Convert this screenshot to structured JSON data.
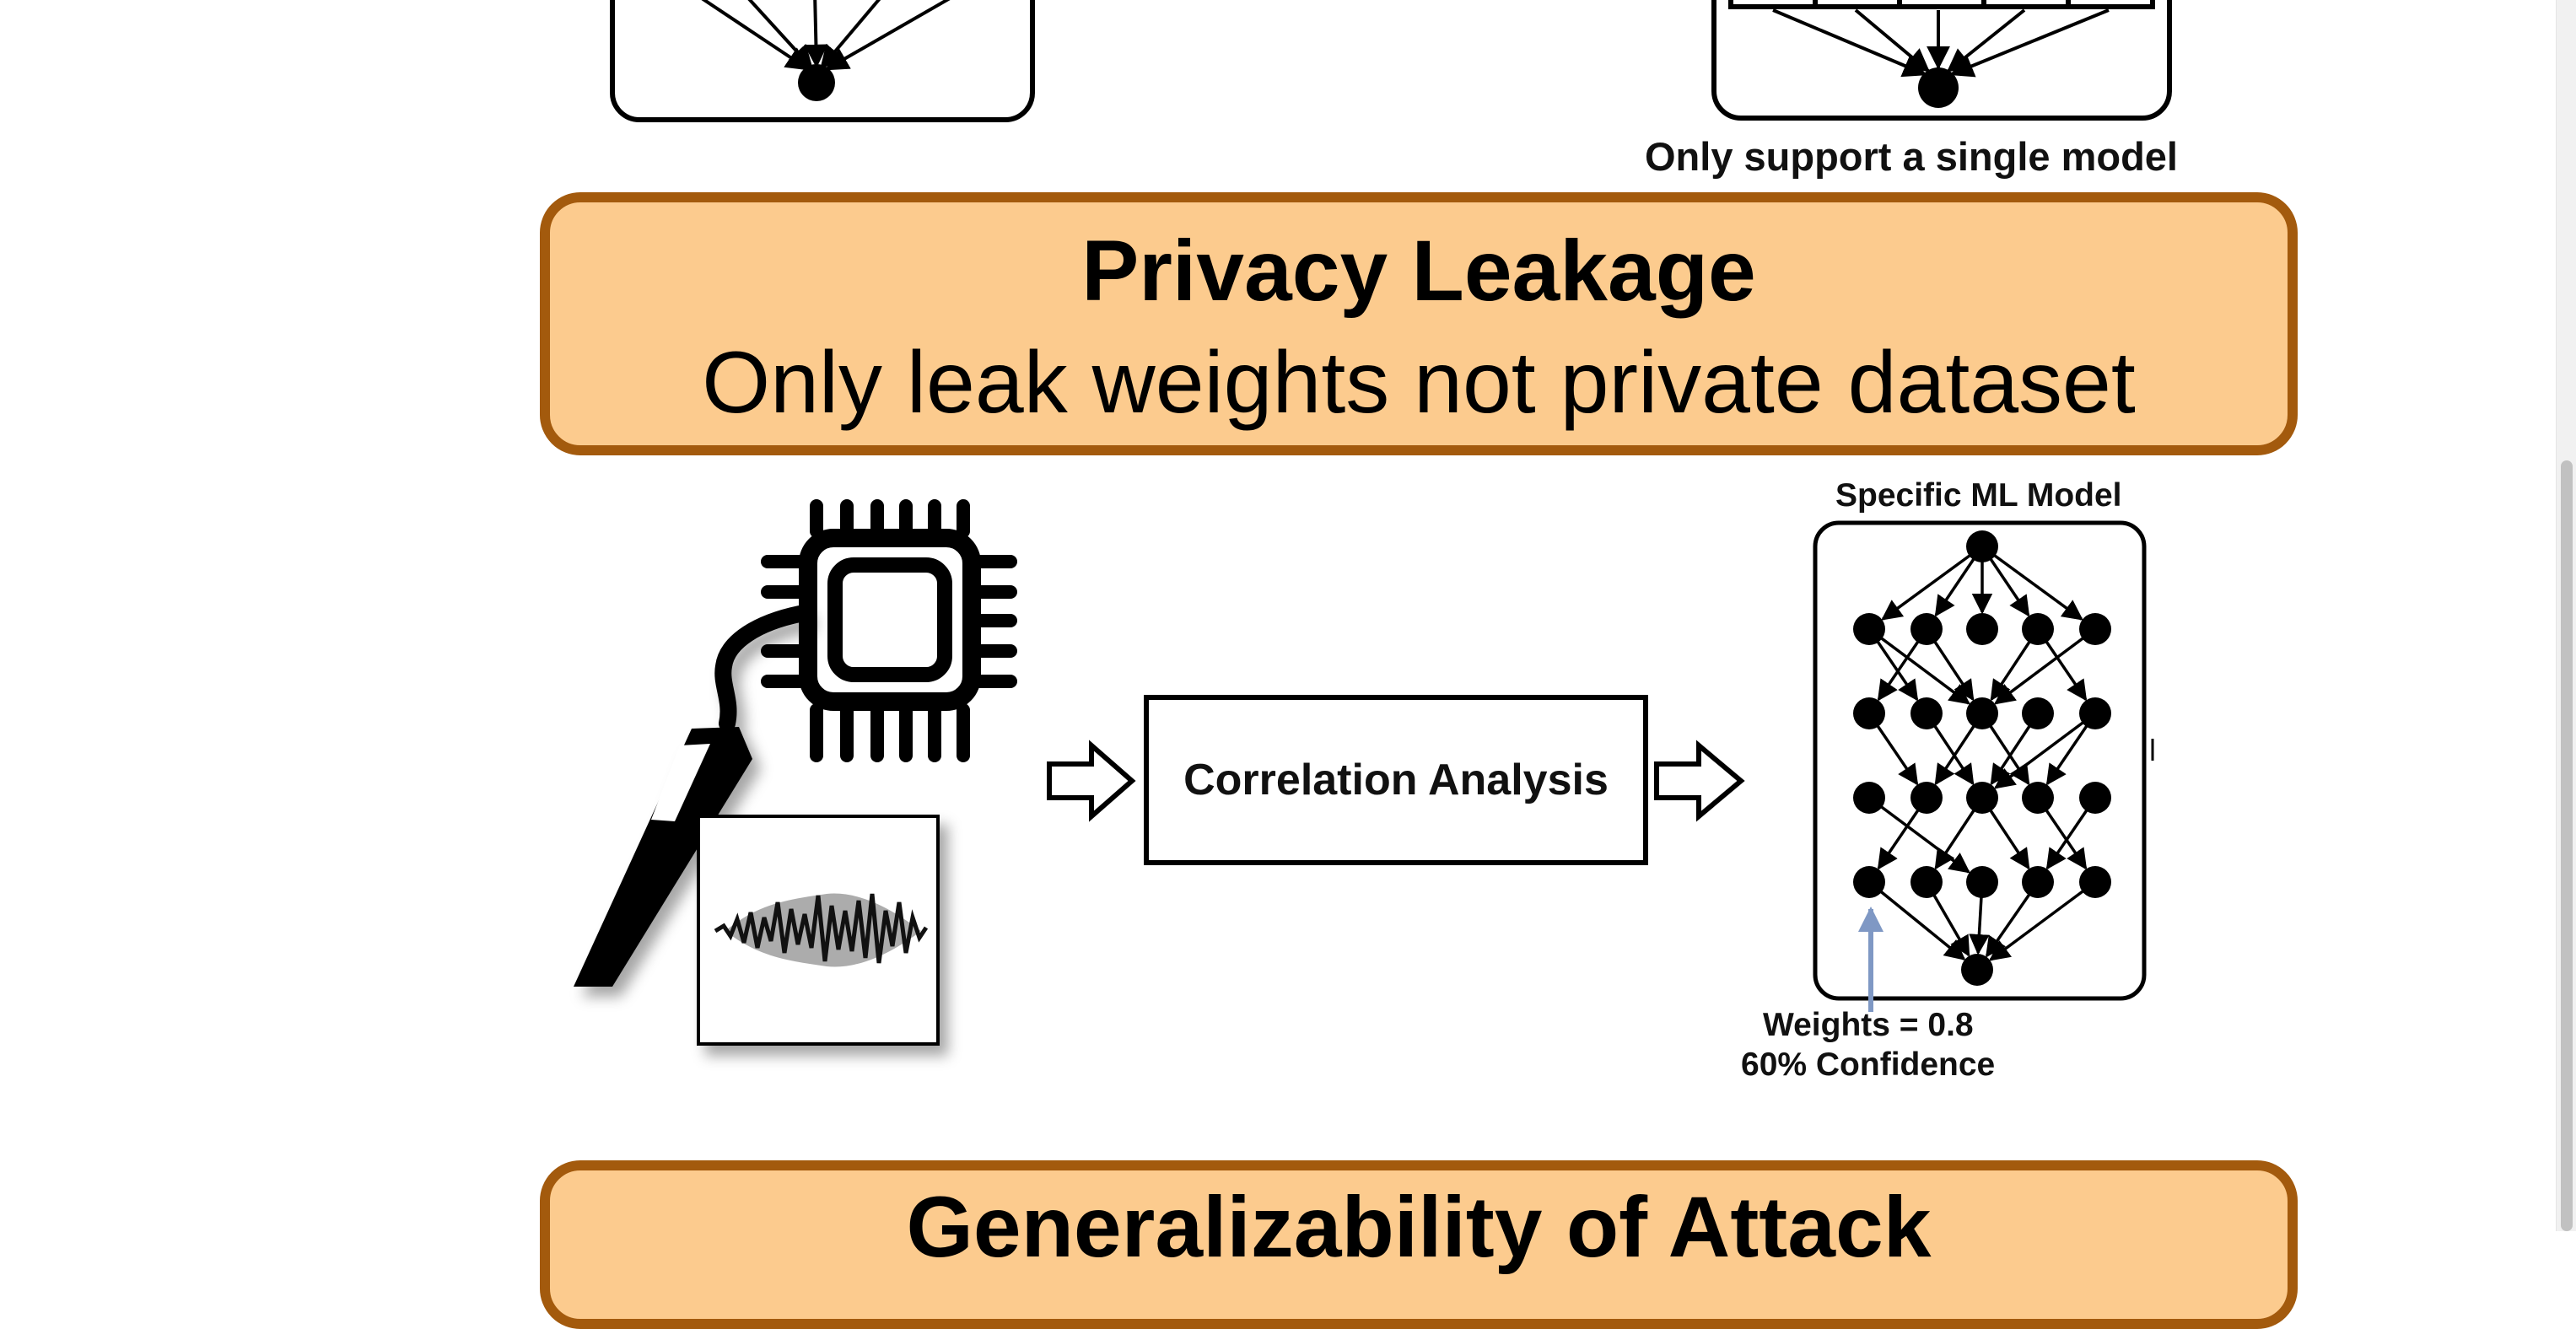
{
  "top_caption": "Only support a single model",
  "privacy": {
    "title": "Privacy Leakage",
    "subtitle": "Only leak weights not private dataset"
  },
  "diagram": {
    "process_label": "Correlation Analysis",
    "model_title": "Specific ML Model",
    "weights_label": "Weights = 0.8",
    "confidence_label": "60% Confidence"
  },
  "generalizability": {
    "title": "Generalizability of Attack"
  },
  "colors": {
    "banner_fill": "#fccb8e",
    "banner_border": "#a35a0d",
    "pointer_arrow": "#7f98c4"
  },
  "icons": [
    "chip-icon",
    "probe-icon",
    "waveform-icon",
    "hollow-arrow-icon",
    "neural-network-icon"
  ]
}
